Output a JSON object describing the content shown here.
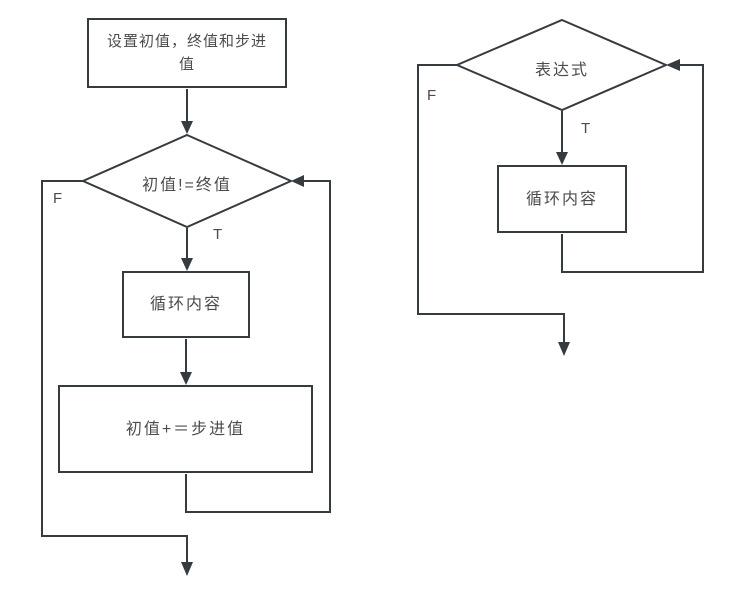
{
  "colors": {
    "background": "#ffffff",
    "ink": "#363b40",
    "text": "#4c4c4c"
  },
  "left_flowchart": {
    "init_box": {
      "line1": "设置初值，终值和步进",
      "line2": "值"
    },
    "condition_diamond": {
      "label": "初值!=终值"
    },
    "false_label": "F",
    "true_label": "T",
    "body_box": {
      "label": "循环内容"
    },
    "increment_box": {
      "label": "初值+＝步进值"
    }
  },
  "right_flowchart": {
    "condition_diamond": {
      "label": "表达式"
    },
    "false_label": "F",
    "true_label": "T",
    "body_box": {
      "label": "循环内容"
    }
  }
}
